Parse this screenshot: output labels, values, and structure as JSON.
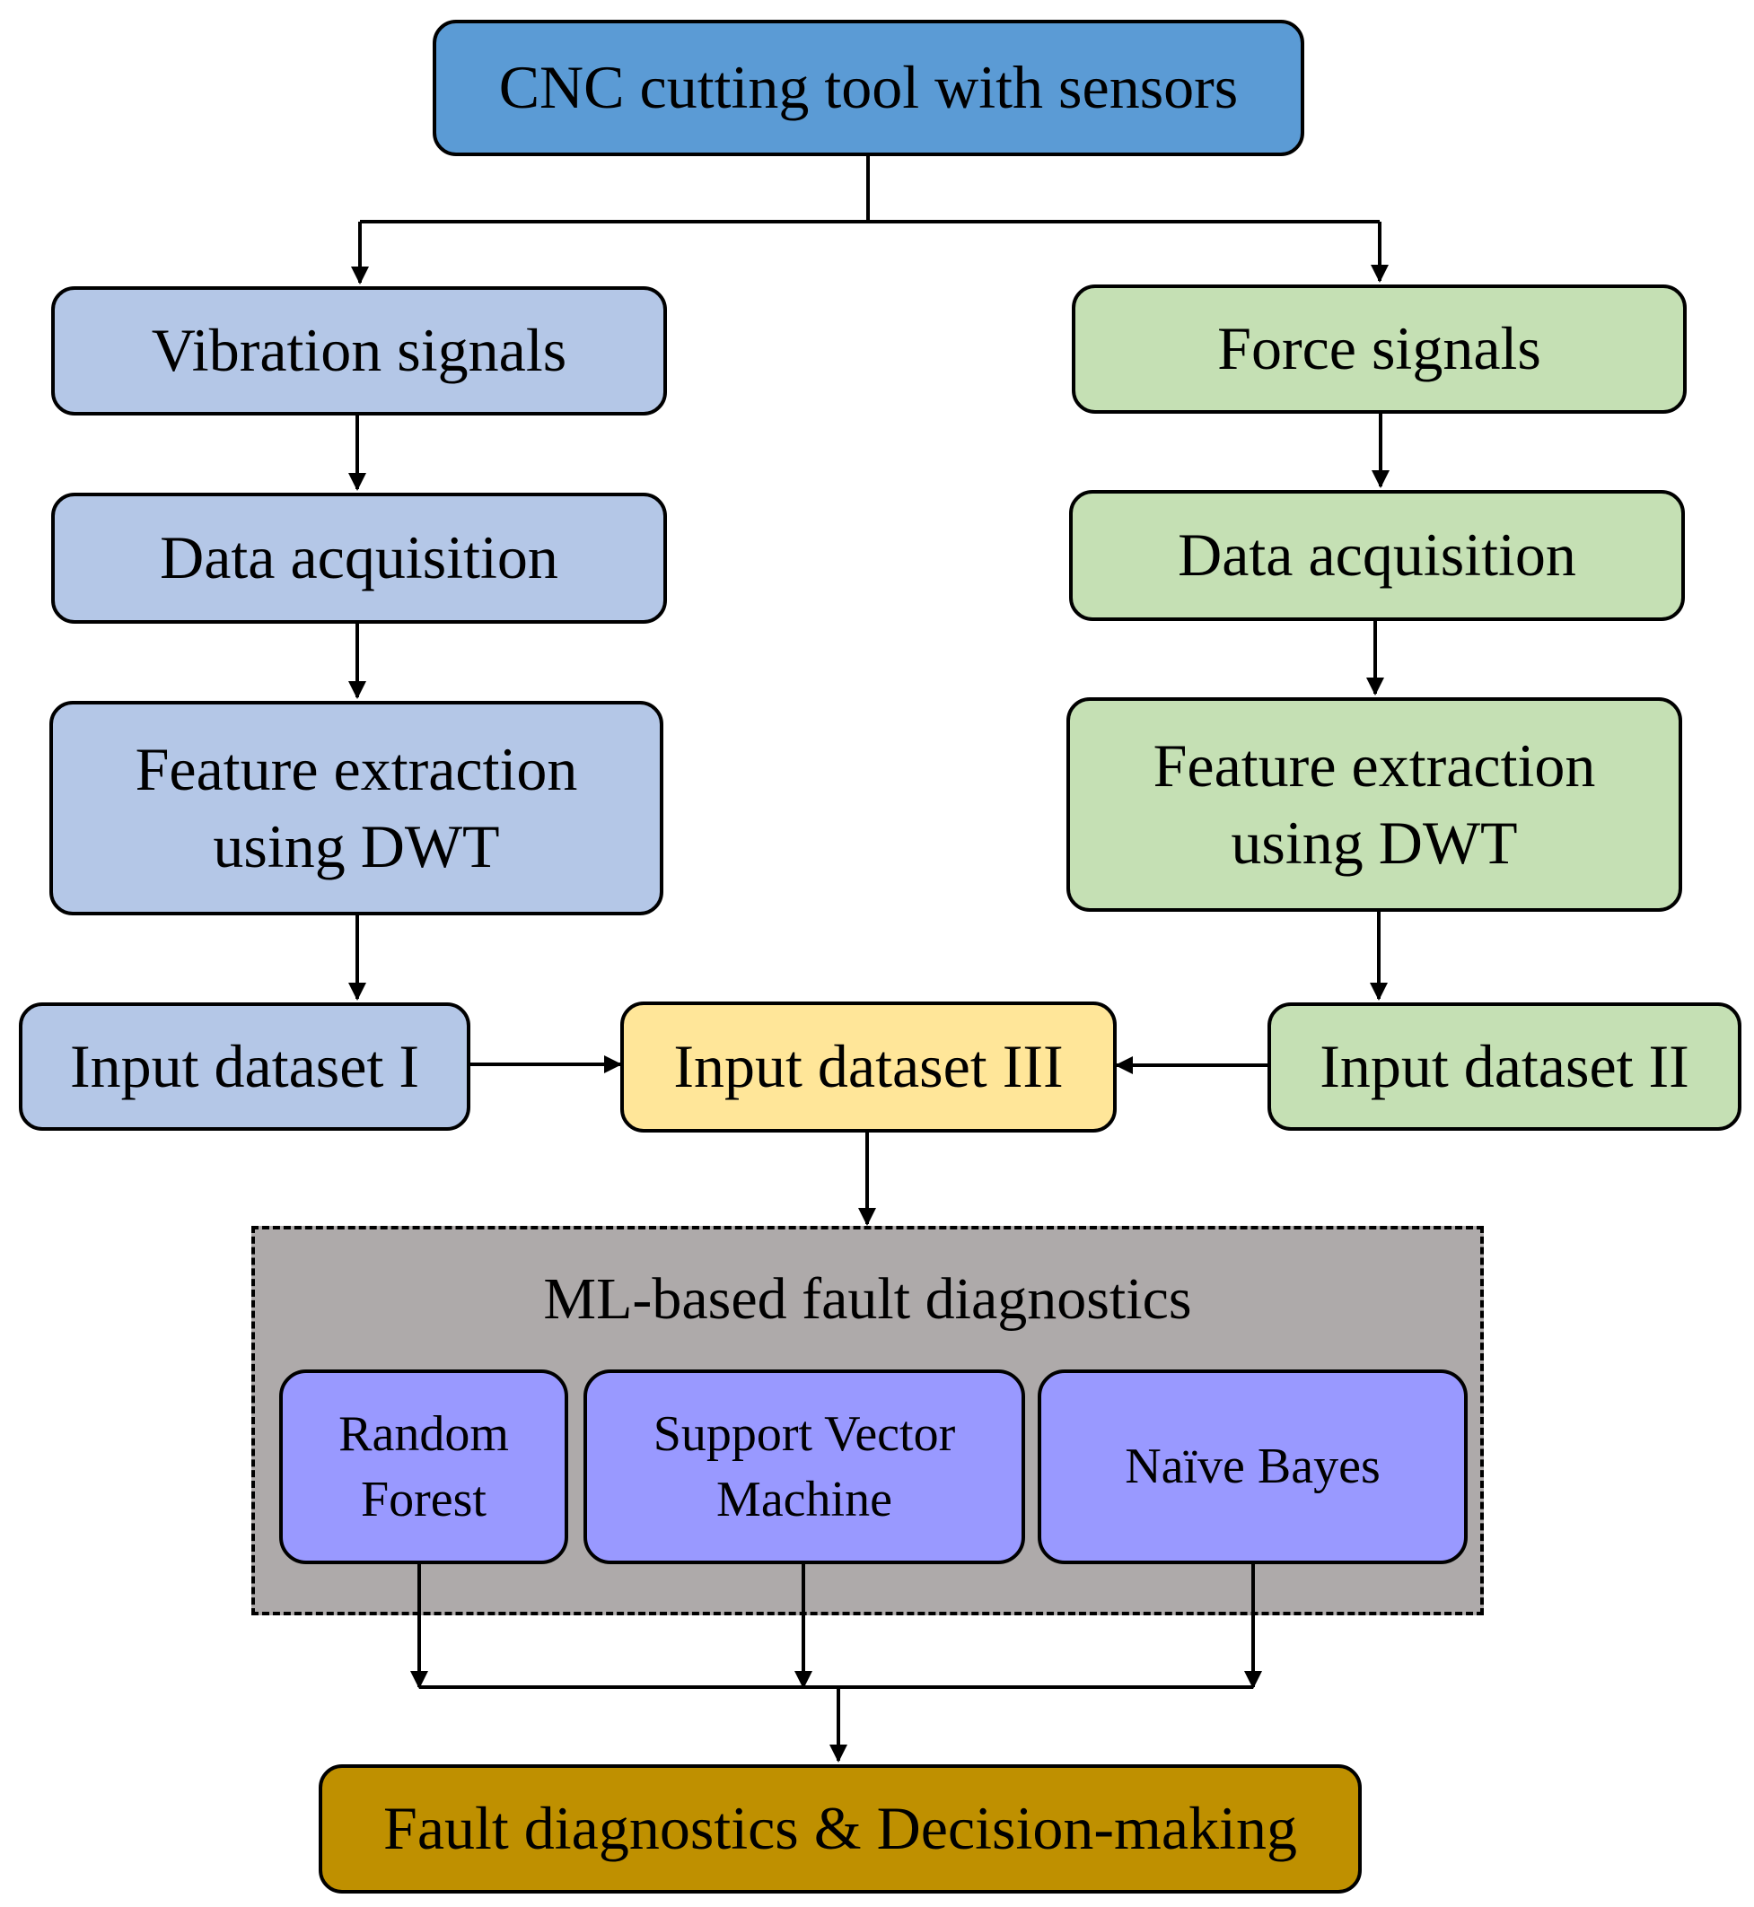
{
  "nodes": {
    "top": "CNC cutting tool with sensors",
    "vibration": {
      "signals": "Vibration signals",
      "acquisition": "Data acquisition",
      "feature_line1": "Feature extraction",
      "feature_line2": "using DWT",
      "dataset": "Input dataset I"
    },
    "force": {
      "signals": "Force signals",
      "acquisition": "Data acquisition",
      "feature_line1": "Feature extraction",
      "feature_line2": "using DWT",
      "dataset": "Input dataset II"
    },
    "merged_dataset": "Input dataset III",
    "ml_group": {
      "title": "ML-based fault diagnostics",
      "algorithms": [
        {
          "line1": "Random",
          "line2": "Forest"
        },
        {
          "line1": "Support Vector",
          "line2": "Machine"
        },
        {
          "line1": "Naïve Bayes"
        }
      ]
    },
    "final": "Fault diagnostics & Decision-making"
  },
  "colors": {
    "top": "#5b9bd5",
    "vibration": "#b4c7e7",
    "force": "#c5e0b4",
    "merged": "#ffe699",
    "ml_group": "#aeaaaa",
    "algorithm": "#9999ff",
    "final": "#bf9000"
  }
}
